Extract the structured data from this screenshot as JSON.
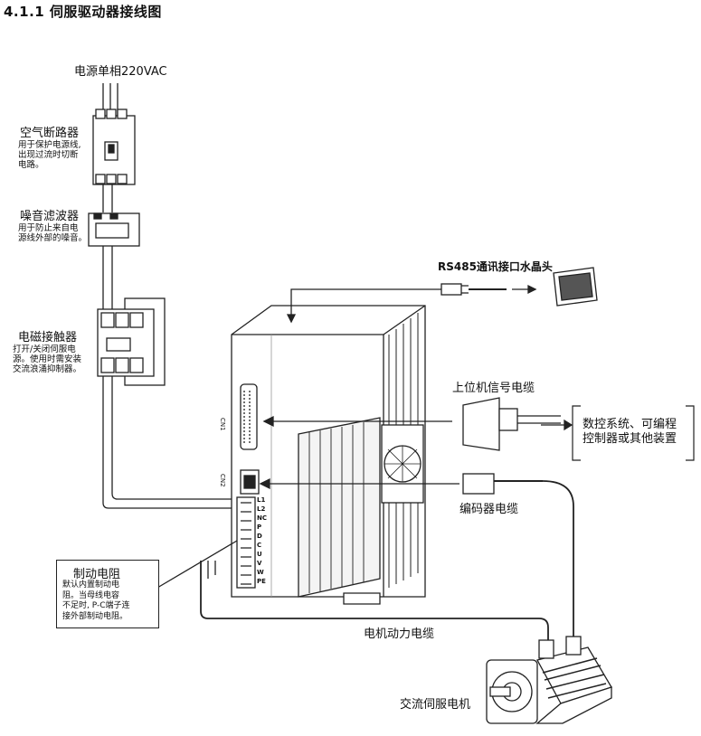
{
  "heading": "4.1.1  伺服驱动器接线图",
  "power": {
    "label": "电源单相220VAC"
  },
  "breaker": {
    "title": "空气断路器",
    "desc_lines": [
      "用于保护电源线,",
      "出现过流时切断",
      "电路。"
    ]
  },
  "filter": {
    "title": "噪音滤波器",
    "desc_lines": [
      "用于防止来自电",
      "源线外部的噪音。"
    ]
  },
  "contactor": {
    "title": "电磁接触器",
    "desc_lines": [
      "打开/关闭伺服电",
      "源。使用时需安装",
      "交流浪涌抑制器。"
    ]
  },
  "rs485": {
    "label": "RS485通讯接口水晶头"
  },
  "host_cable": {
    "label": "上位机信号电缆"
  },
  "controller": {
    "lines": [
      "数控系统、可编程",
      "控制器或其他装置"
    ]
  },
  "encoder_cable": {
    "label": "编码器电缆"
  },
  "brake_resistor": {
    "title": "制动电阻",
    "desc_lines": [
      "默认内置制动电",
      "阻。当母线电容",
      "不足时, P-C端子连",
      "接外部制动电阻。"
    ]
  },
  "motor_cable": {
    "label": "电机动力电缆"
  },
  "motor": {
    "label": "交流伺服电机"
  },
  "terminals": [
    "L1",
    "L2",
    "NC",
    "P",
    "D",
    "C",
    "U",
    "V",
    "W",
    "PE"
  ],
  "connector_labels": {
    "cn1": "CN1",
    "cn2": "CN2"
  }
}
